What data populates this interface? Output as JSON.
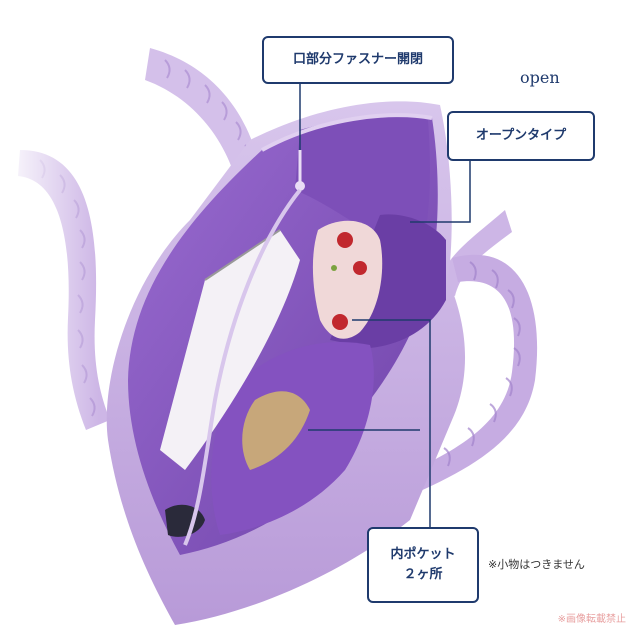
{
  "colors": {
    "bag_outer": "#c9b2e3",
    "bag_light": "#e3d6f1",
    "bag_inner": "#8c5cc4",
    "bag_inner_dark": "#5e3596",
    "callout_border": "#1f3a6d",
    "callout_text": "#1f3a6d",
    "copyright_text": "#e8a0a0"
  },
  "callouts": {
    "zipper": "口部分ファスナー開閉",
    "open_type": "オープンタイプ",
    "inner_pocket_line1": "内ポケット",
    "inner_pocket_line2": "２ヶ所"
  },
  "labels": {
    "open": "open",
    "note": "※小物はつきません",
    "copyright": "※画像転載禁止"
  }
}
